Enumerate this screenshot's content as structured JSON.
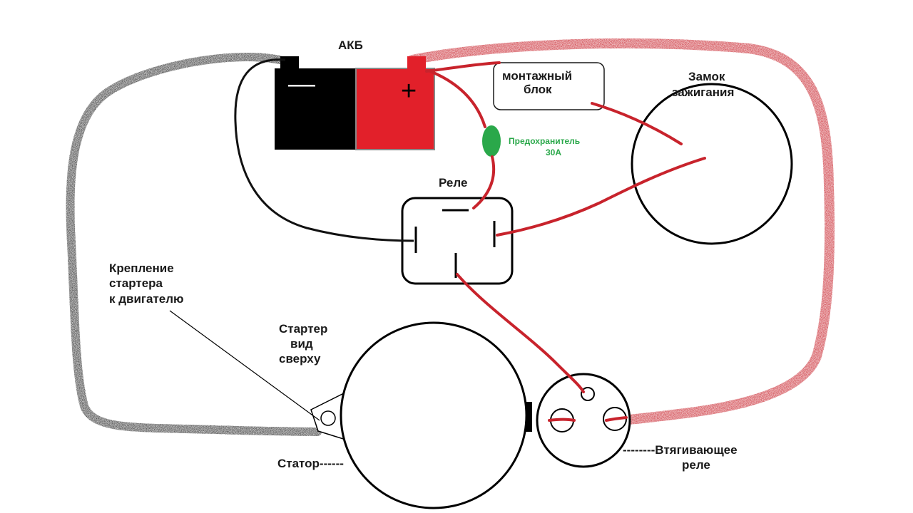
{
  "labels": {
    "battery": "АКБ",
    "minus": "—",
    "plus": "+",
    "fuse_block_1": "монтажный",
    "fuse_block_2": "блок",
    "ignition_1": "Замок",
    "ignition_2": "зажигания",
    "fuse_1": "Предохранитель",
    "fuse_2": "30А",
    "relay": "Реле",
    "mount_1": "Крепление",
    "mount_2": "стартера",
    "mount_3": "к двигателю",
    "starter_1": "Стартер",
    "starter_2": "вид",
    "starter_3": "сверху",
    "stator": "Статор------",
    "solenoid_1": "--------Втягивающее",
    "solenoid_2": "реле"
  },
  "colors": {
    "wire_positive": "#c8232c",
    "wire_ground": "#111111",
    "battery_positive": "#e2202a",
    "battery_negative": "#000000",
    "fuse": "#2aa84a"
  }
}
